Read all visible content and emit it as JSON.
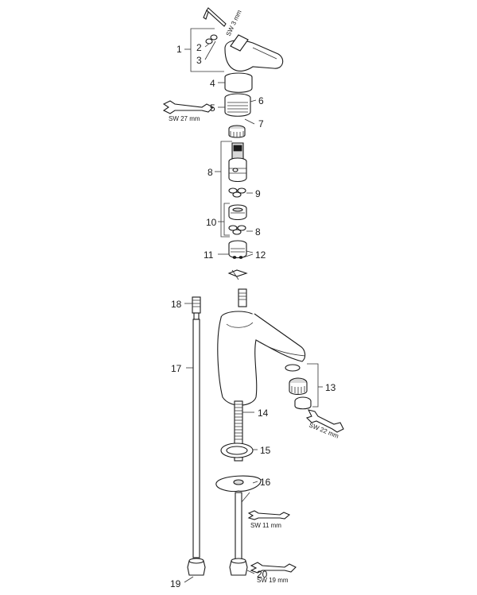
{
  "parts": {
    "p1": "1",
    "p2": "2",
    "p3": "3",
    "p4": "4",
    "p5": "5",
    "p6": "6",
    "p7": "7",
    "p8a": "8",
    "p9": "9",
    "p10": "10",
    "p8b": "8",
    "p11": "11",
    "p12": "12",
    "p13": "13",
    "p14": "14",
    "p15": "15",
    "p16": "16",
    "p17": "17",
    "p18": "18",
    "p19": "19",
    "p20": "20"
  },
  "wrenches": {
    "sw3": "SW 3 mm",
    "sw27": "SW 27 mm",
    "sw22": "SW 22 mm",
    "sw11": "SW 11 mm",
    "sw19": "SW 19 mm"
  }
}
